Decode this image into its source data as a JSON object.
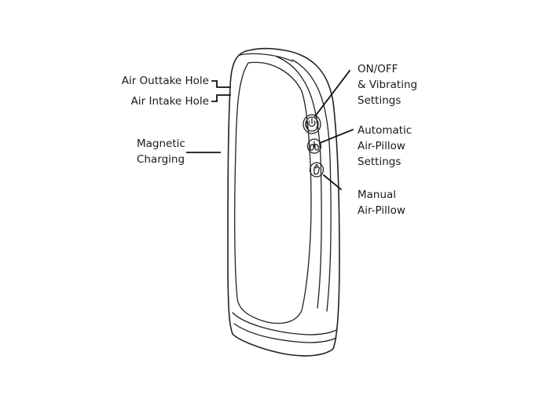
{
  "labels": {
    "air_outtake_hole": "Air Outtake Hole",
    "air_intake_hole": "Air Intake Hole",
    "magnetic_charging": [
      "Magnetic",
      "Charging"
    ],
    "on_off_vibrating": [
      "ON/OFF",
      "& Vibrating",
      "Settings"
    ],
    "automatic_air_pillow": [
      "Automatic",
      "Air-Pillow",
      "Settings"
    ],
    "manual_air_pillow": [
      "Manual",
      "Air-Pillow"
    ]
  },
  "icons": {
    "power_button": "power-vibration-icon",
    "auto_button": "lungs-icon",
    "manual_button": "hand-icon"
  },
  "colors": {
    "line": "#222222",
    "background": "#ffffff"
  }
}
